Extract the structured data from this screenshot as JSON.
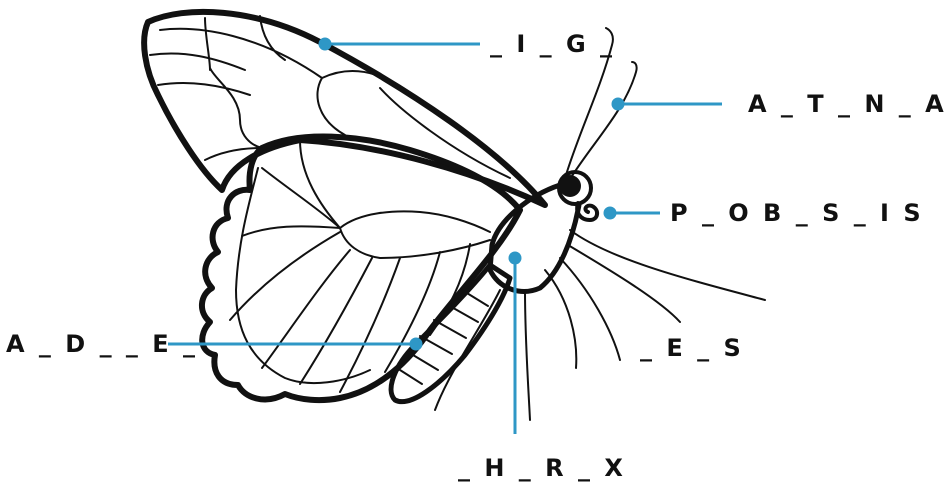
{
  "diagram": {
    "subject": "butterfly",
    "leader_color": "#2e97c6",
    "outline_color": "#111111",
    "labels": {
      "wing": "_ I _ G _",
      "antenna": "A _ T _ N _ A _",
      "proboscis": "P _ O B _ S _ I S",
      "abdomen": "A _ D _ _ E _",
      "legs": "_ E _ S",
      "thorax": "_ H _ R _ X"
    }
  }
}
